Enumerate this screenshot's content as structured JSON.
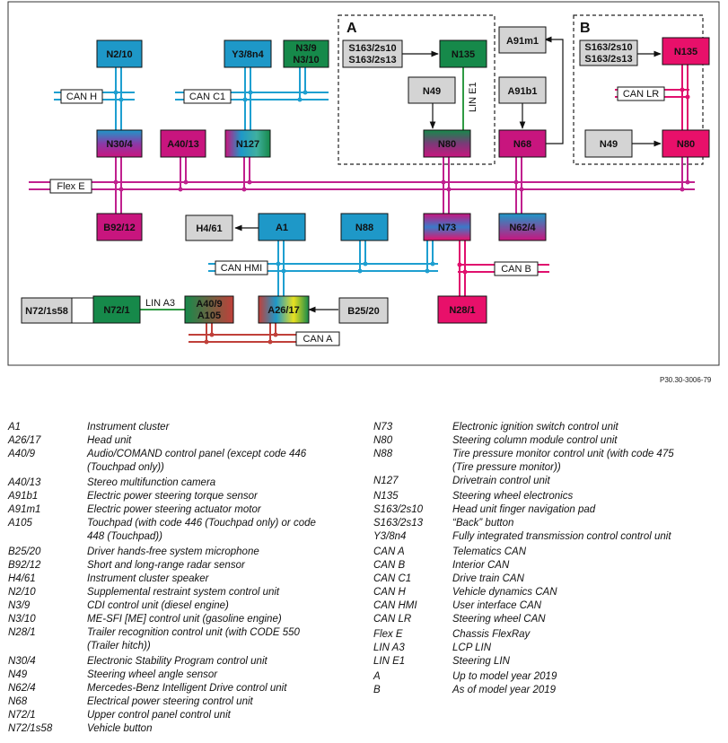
{
  "diagram": {
    "sections": {
      "a": "A",
      "b": "B"
    },
    "nodes": {
      "n2_10": "N2/10",
      "y3_8n4": "Y3/8n4",
      "n3_9": "N3/9",
      "n3_10": "N3/10",
      "n30_4": "N30/4",
      "a40_13": "A40/13",
      "n127": "N127",
      "s163_2s10": "S163/2s10",
      "s163_2s13": "S163/2s13",
      "n135": "N135",
      "n49": "N49",
      "n80": "N80",
      "a91m1": "A91m1",
      "a91b1": "A91b1",
      "n68": "N68",
      "b92_12": "B92/12",
      "h4_61": "H4/61",
      "a1": "A1",
      "n88": "N88",
      "n73": "N73",
      "n62_4": "N62/4",
      "n28_1": "N28/1",
      "n72_1s58": "N72/1s58",
      "n72_1": "N72/1",
      "a40_9": "A40/9",
      "a105": "A105",
      "a26_17": "A26/17",
      "b25_20": "B25/20"
    },
    "buses": {
      "can_h": "CAN H",
      "can_c1": "CAN C1",
      "flex_e": "Flex E",
      "can_hmi": "CAN HMI",
      "can_b": "CAN B",
      "can_a": "CAN A",
      "can_lr": "CAN LR",
      "lin_a3": "LIN A3",
      "lin_e1": "LIN E1"
    },
    "colors": {
      "can_h_bus": "#1e9fd0",
      "flex_e_bus": "#c0208e",
      "can_hmi_bus": "#1e9fd0",
      "can_b_bus": "#e0106e",
      "can_a_bus": "#c0403a",
      "lin_bus": "#2f9a44",
      "blue_unit": "#1e98c8",
      "magenta_unit": "#c8157e",
      "green_unit": "#16894a",
      "pink_unit": "#e8106a",
      "gray_unit": "#d4d4d4"
    },
    "reference": "P30.30-3006-79"
  },
  "legend": {
    "left": [
      {
        "code": "A1",
        "desc": "Instrument cluster"
      },
      {
        "code": "A26/17",
        "desc": "Head unit"
      },
      {
        "code": "A40/9",
        "desc": "Audio/COMAND control panel (except code 446\n(Touchpad only))"
      },
      {
        "code": "A40/13",
        "desc": "Stereo multifunction camera"
      },
      {
        "code": "A91b1",
        "desc": "Electric power steering torque sensor"
      },
      {
        "code": "A91m1",
        "desc": "Electric power steering actuator motor"
      },
      {
        "code": "A105",
        "desc": "Touchpad (with code 446 (Touchpad only) or code\n448 (Touchpad))"
      },
      {
        "code": "B25/20",
        "desc": "Driver hands-free system microphone"
      },
      {
        "code": "B92/12",
        "desc": "Short and long-range radar sensor"
      },
      {
        "code": "H4/61",
        "desc": "Instrument cluster speaker"
      },
      {
        "code": "N2/10",
        "desc": "Supplemental restraint system control unit"
      },
      {
        "code": "N3/9",
        "desc": "CDI control unit (diesel engine)"
      },
      {
        "code": "N3/10",
        "desc": "ME-SFI [ME] control unit (gasoline engine)"
      },
      {
        "code": "N28/1",
        "desc": "Trailer recognition control unit (with CODE 550\n(Trailer hitch))"
      },
      {
        "code": "N30/4",
        "desc": "Electronic Stability Program control unit"
      },
      {
        "code": "N49",
        "desc": "Steering wheel angle sensor"
      },
      {
        "code": "N62/4",
        "desc": "Mercedes-Benz Intelligent Drive control unit"
      },
      {
        "code": "N68",
        "desc": "Electrical power steering control unit"
      },
      {
        "code": "N72/1",
        "desc": "Upper control panel control unit"
      },
      {
        "code": "N72/1s58",
        "desc": "Vehicle button"
      }
    ],
    "right": [
      {
        "code": "N73",
        "desc": "Electronic ignition switch control unit"
      },
      {
        "code": "N80",
        "desc": "Steering column module control unit"
      },
      {
        "code": "N88",
        "desc": "Tire pressure monitor control unit (with code 475\n(Tire pressure monitor))"
      },
      {
        "code": "N127",
        "desc": "Drivetrain control unit"
      },
      {
        "code": "N135",
        "desc": "Steering wheel electronics"
      },
      {
        "code": "S163/2s10",
        "desc": "Head unit finger navigation pad"
      },
      {
        "code": "S163/2s13",
        "desc": "“Back” button"
      },
      {
        "code": "Y3/8n4",
        "desc": "Fully integrated transmission control control unit"
      },
      {
        "code": "CAN A",
        "desc": "Telematics CAN"
      },
      {
        "code": "CAN B",
        "desc": "Interior CAN"
      },
      {
        "code": "CAN C1",
        "desc": "Drive train CAN"
      },
      {
        "code": "CAN H",
        "desc": "Vehicle dynamics CAN"
      },
      {
        "code": "CAN HMI",
        "desc": "User interface CAN"
      },
      {
        "code": "CAN LR",
        "desc": "Steering wheel CAN"
      },
      {
        "code": "Flex E",
        "desc": "Chassis FlexRay"
      },
      {
        "code": "LIN A3",
        "desc": "LCP LIN"
      },
      {
        "code": "LIN E1",
        "desc": "Steering LIN"
      },
      {
        "code": "A",
        "desc": "Up to model year 2019"
      },
      {
        "code": "B",
        "desc": "As of model year 2019"
      }
    ]
  }
}
